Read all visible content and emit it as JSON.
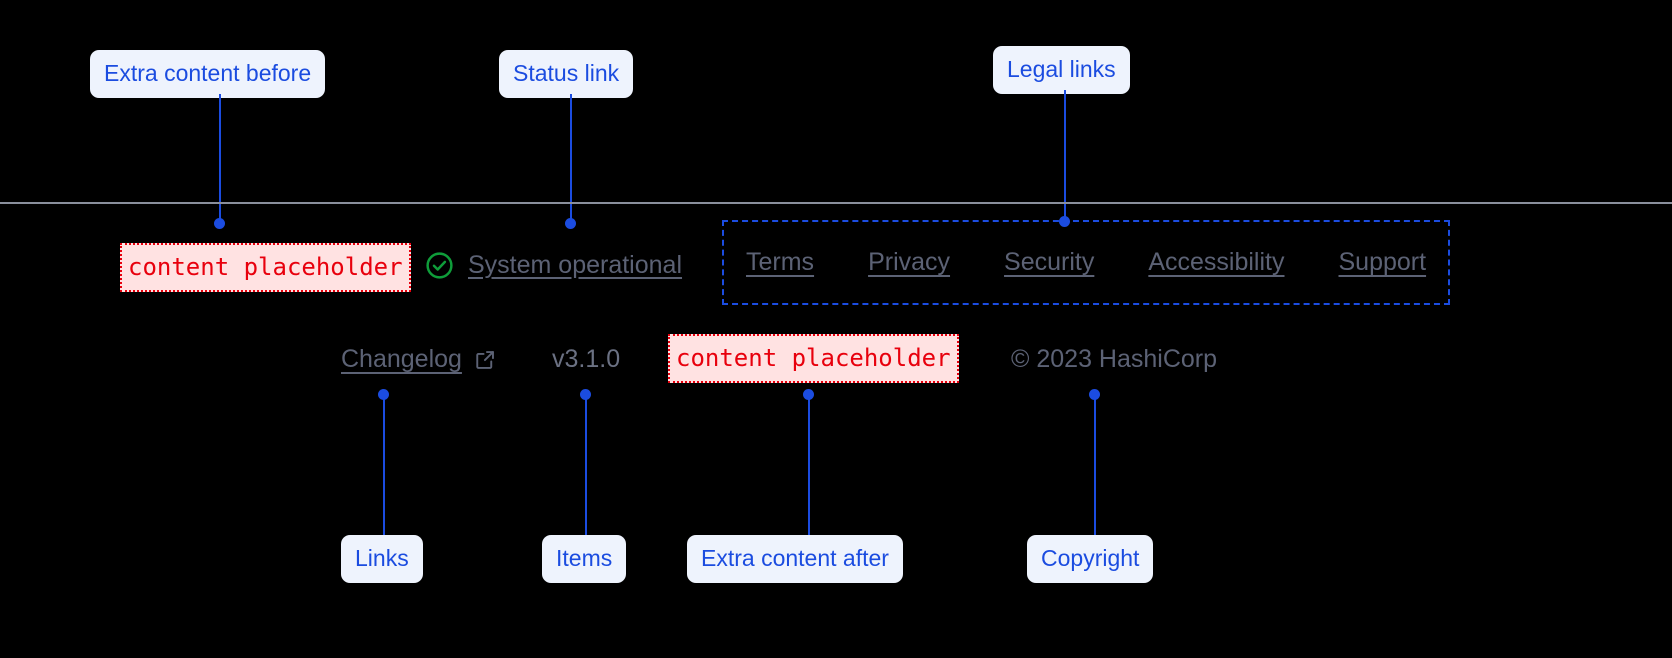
{
  "annotations": {
    "extra_before": "Extra content before",
    "status_link": "Status link",
    "legal_links": "Legal links",
    "links": "Links",
    "items": "Items",
    "extra_after": "Extra content after",
    "copyright": "Copyright"
  },
  "footer": {
    "placeholder_before": "content placeholder",
    "placeholder_after": "content placeholder",
    "status": {
      "icon": "check-circle-icon",
      "label": "System operational"
    },
    "legal": [
      {
        "label": "Terms"
      },
      {
        "label": "Privacy"
      },
      {
        "label": "Security"
      },
      {
        "label": "Accessibility"
      },
      {
        "label": "Support"
      }
    ],
    "changelog": {
      "label": "Changelog",
      "icon": "external-link-icon"
    },
    "version": "v3.1.0",
    "copyright": "© 2023 HashiCorp"
  },
  "colors": {
    "accent": "#1b4ce0",
    "callout_bg": "#eef3fd",
    "placeholder_text": "#e8000d",
    "placeholder_bg": "#ffe2e2",
    "status_ok": "#0f9d3a",
    "muted_text": "#5c6275",
    "divider": "#8a8f9c",
    "background": "#000000"
  }
}
